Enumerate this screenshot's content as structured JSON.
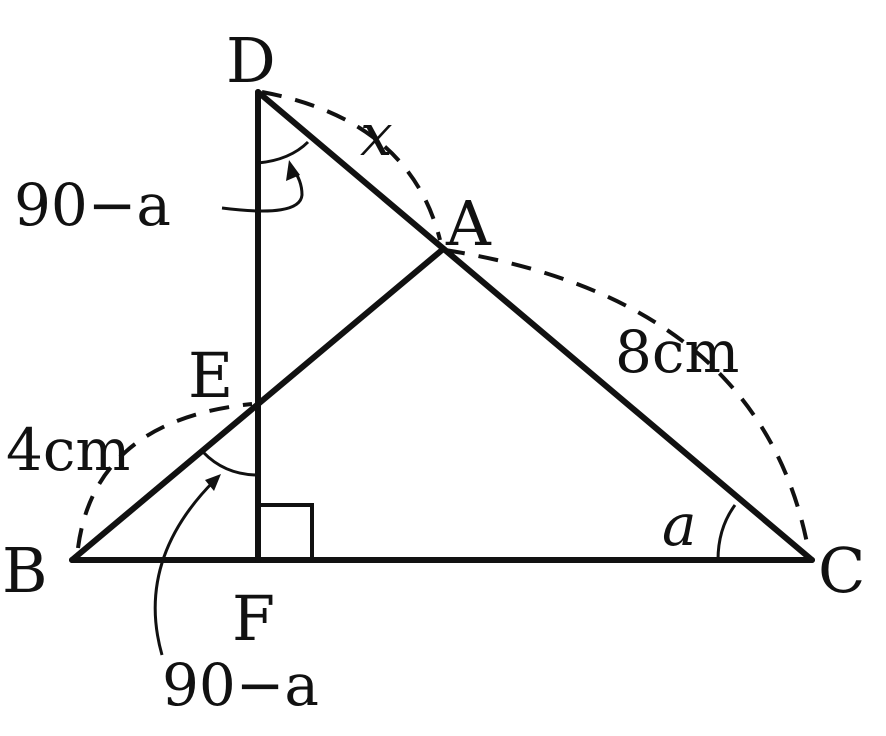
{
  "points": {
    "A": "A",
    "B": "B",
    "C": "C",
    "D": "D",
    "E": "E",
    "F": "F"
  },
  "labels": {
    "x": "x",
    "ac_length": "8cm",
    "be_length": "4cm",
    "angle_c": "a",
    "angle_d": "90−a",
    "angle_e": "90−a"
  }
}
